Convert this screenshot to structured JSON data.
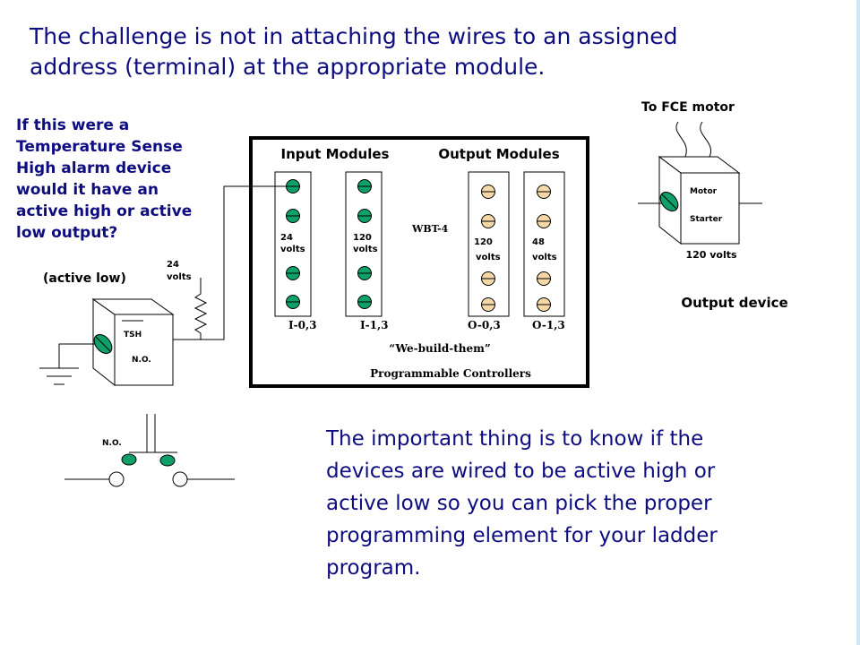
{
  "title_lines": [
    "The challenge is not in attaching the wires to an assigned",
    "address (terminal) at the appropriate module."
  ],
  "question_lines": [
    "If this were a",
    "Temperature Sense",
    "High alarm device",
    "would it have an",
    "active high or active",
    "low output?"
  ],
  "active_low_label": "(active low)",
  "supply_24_lines": [
    "24",
    "volts"
  ],
  "tsh_label": "TSH",
  "no_label": "N.O.",
  "switch_no_label": "N.O.",
  "controller": {
    "input_modules_label": "Input Modules",
    "output_modules_label": "Output Modules",
    "model_label": "WBT-4",
    "modules": [
      {
        "voltage_lines": [
          "24",
          "volts"
        ],
        "address": "I-0,3"
      },
      {
        "voltage_lines": [
          "120",
          "volts"
        ],
        "address": "I-1,3"
      },
      {
        "voltage_lines": [
          "120",
          "volts"
        ],
        "address": "O-0,3"
      },
      {
        "voltage_lines": [
          "48",
          "volts"
        ],
        "address": "O-1,3"
      }
    ],
    "brand_label": "“We-build-them”",
    "footer_label": "Programmable Controllers"
  },
  "motor": {
    "to_label": "To FCE motor",
    "name_label": "Motor",
    "type_label": "Starter",
    "voltage_label": "120  volts",
    "device_label": "Output device"
  },
  "bottom_lines": [
    "The important thing is to know if the",
    "devices are wired to be active high or",
    "active low so you can pick the proper",
    "programming element for your ladder",
    "program."
  ],
  "colors": {
    "navy_text": "#0d0d80",
    "input_terminal": "#0fa06a",
    "output_terminal": "#f6d7a8",
    "background_border": "#cfe7f5"
  }
}
